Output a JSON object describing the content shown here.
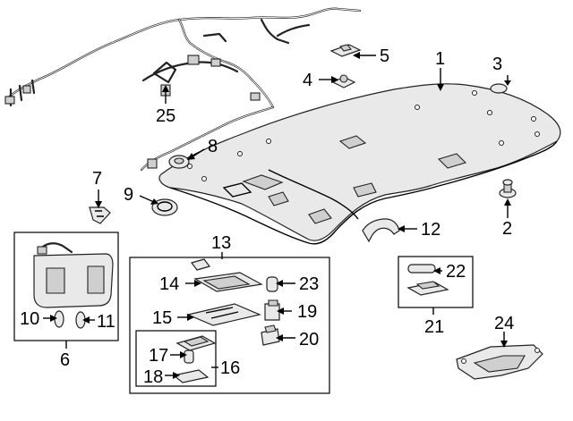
{
  "diagram": {
    "callouts": {
      "p1": "1",
      "p2": "2",
      "p3": "3",
      "p4": "4",
      "p5": "5",
      "p6": "6",
      "p7": "7",
      "p8": "8",
      "p9": "9",
      "p10": "10",
      "p11": "11",
      "p12": "12",
      "p13": "13",
      "p14": "14",
      "p15": "15",
      "p16": "16",
      "p17": "17",
      "p18": "18",
      "p19": "19",
      "p20": "20",
      "p21": "21",
      "p22": "22",
      "p23": "23",
      "p24": "24",
      "p25": "25"
    },
    "colors": {
      "line": "#000000",
      "part_fill": "#e9e9e9",
      "background": "#ffffff"
    }
  }
}
